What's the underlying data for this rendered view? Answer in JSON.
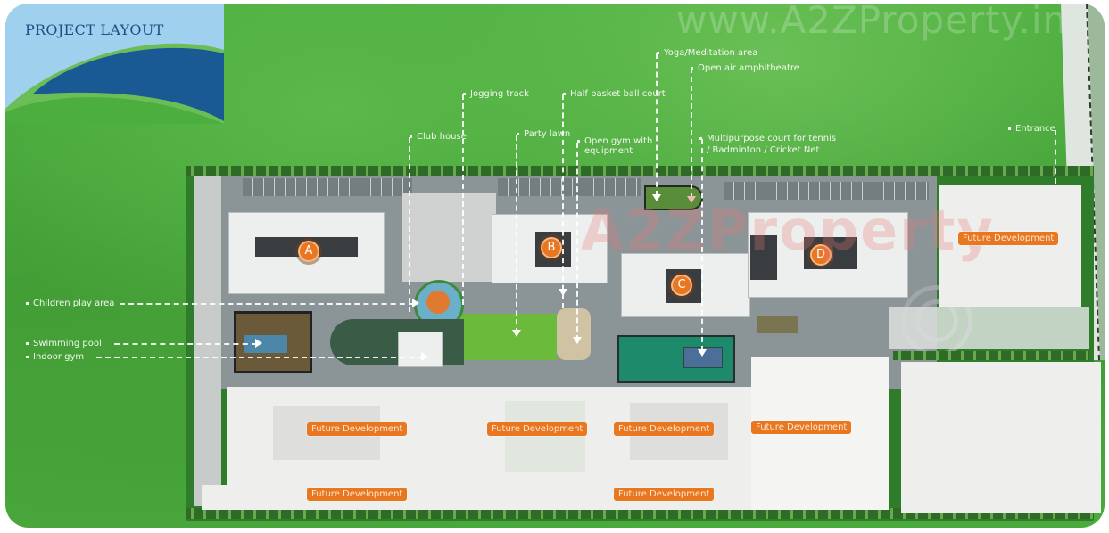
{
  "title": "PROJECT LAYOUT",
  "watermark": {
    "top_text": "www.A2ZProperty.in",
    "mid_text": "A2ZProperty"
  },
  "towers": [
    {
      "id": "A",
      "label": "A"
    },
    {
      "id": "B",
      "label": "B"
    },
    {
      "id": "C",
      "label": "C"
    },
    {
      "id": "D",
      "label": "D"
    }
  ],
  "amenity_labels": {
    "yoga": "Yoga/Meditation area",
    "amphitheatre": "Open air amphitheatre",
    "jogging": "Jogging track",
    "basketball": "Half basket ball court",
    "club_house": "Club house",
    "party_lawn": "Party lawn",
    "open_gym_line1": "Open gym with",
    "open_gym_line2": "equipment",
    "multipurpose_line1": "Multipurpose court for tennis",
    "multipurpose_line2": "/ Badminton / Cricket Net",
    "entrance": "Entrance",
    "children_play": "Children play area",
    "swimming_pool": "Swimming pool",
    "indoor_gym": "Indoor gym"
  },
  "future_development": {
    "label": "Future Development",
    "badges": [
      {
        "position": "top-right"
      },
      {
        "position": "bottom-row1-left"
      },
      {
        "position": "bottom-row1-center"
      },
      {
        "position": "bottom-row1-right"
      },
      {
        "position": "bottom-row1-far-right"
      },
      {
        "position": "bottom-row2-left"
      },
      {
        "position": "bottom-row2-right"
      }
    ]
  },
  "colors": {
    "grass": "#4cae3e",
    "banner_sky": "#9fd0ee",
    "banner_wave": "#1a5a94",
    "title_text": "#1d4f86",
    "tower_badge": "#e87722",
    "future_badge": "#e8771f"
  }
}
